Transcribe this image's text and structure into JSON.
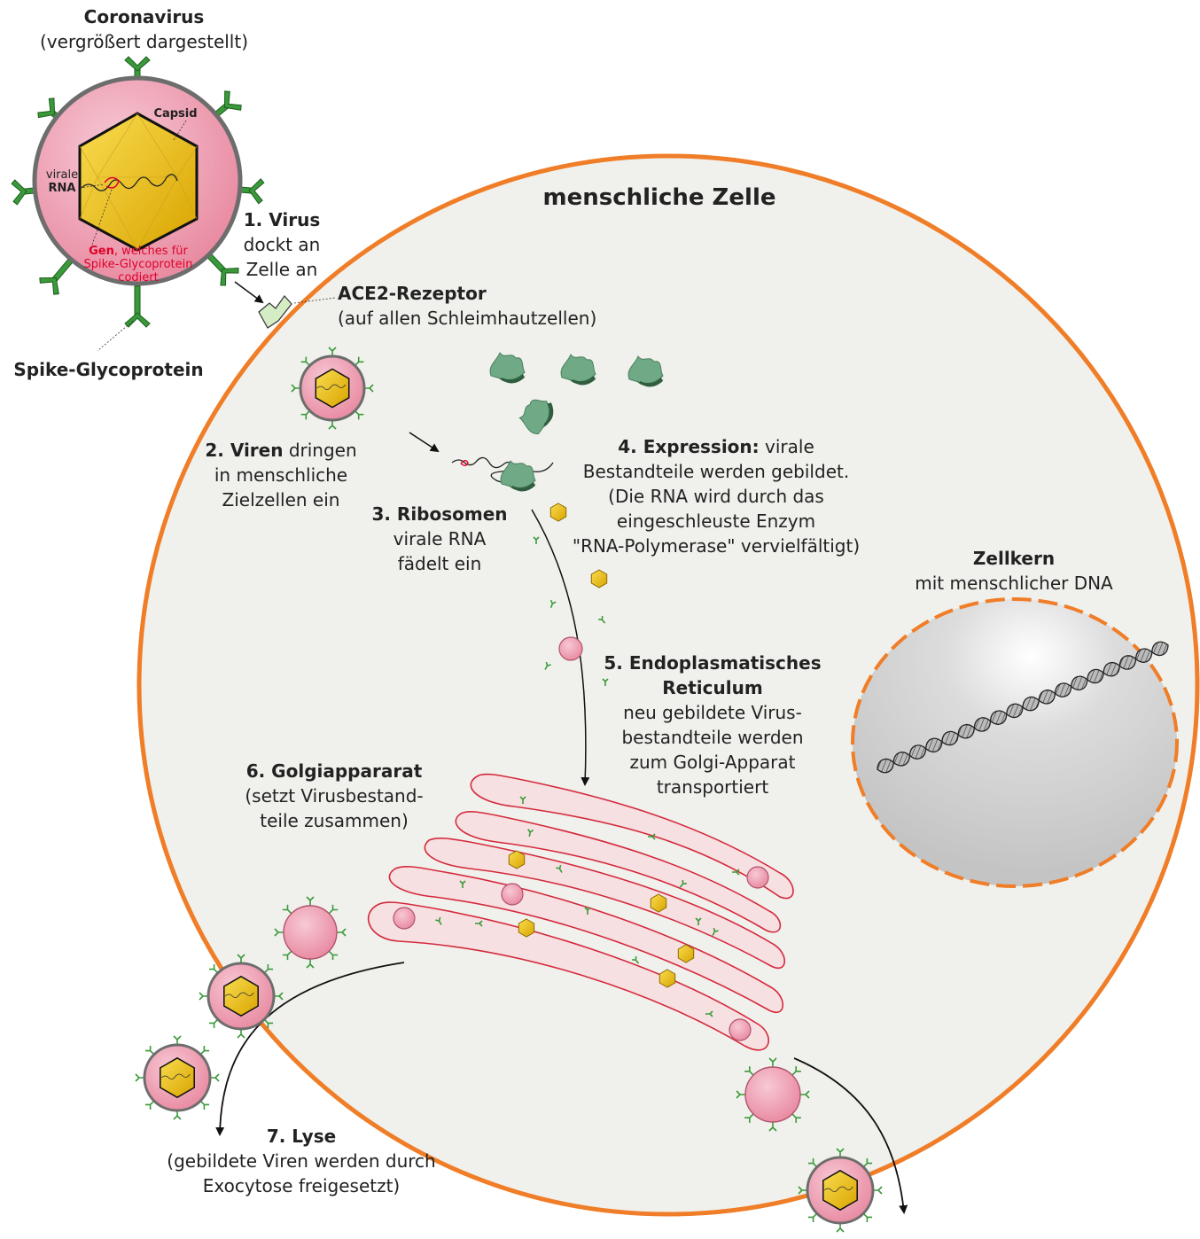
{
  "virus": {
    "title": "Coronavirus",
    "subtitle": "(vergrößert dargestellt)",
    "capsid": "Capsid",
    "rna_line1": "virale",
    "rna_line2": "RNA",
    "gene_bold": "Gen",
    "gene_rest": ", welches für",
    "gene_line2": "Spike-Glycoprotein",
    "gene_line3": "codiert",
    "spike": "Spike-Glycoprotein"
  },
  "cell": {
    "title": "menschliche Zelle",
    "nucleus_title": "Zellkern",
    "nucleus_sub": "mit menschlicher DNA"
  },
  "receptor": {
    "title": "ACE2-Rezeptor",
    "sub": "(auf allen Schleimhautzellen)"
  },
  "steps": {
    "s1": {
      "bold": "1. Virus",
      "line2": "dockt an",
      "line3": "Zelle an"
    },
    "s2": {
      "bold": "2. Viren",
      "rest": " dringen",
      "line2": "in menschliche",
      "line3": "Zielzellen ein"
    },
    "s3": {
      "bold": "3. Ribosomen",
      "line2": "virale RNA",
      "line3": "fädelt ein"
    },
    "s4": {
      "bold": "4. Expression:",
      "rest": " virale",
      "line2": "Bestandteile werden gebildet.",
      "line3": "(Die RNA wird durch das",
      "line4": "eingeschleuste Enzym",
      "line5": "\"RNA-Polymerase\" vervielfältigt)"
    },
    "s5": {
      "bold1": "5. Endoplasmatisches",
      "bold2": "Reticulum",
      "line3": "neu gebildete Virus-",
      "line4": "bestandteile werden",
      "line5": "zum Golgi-Apparat",
      "line6": "transportiert"
    },
    "s6": {
      "bold": "6. Golgiappararat",
      "line2": "(setzt Virusbestand-",
      "line3": "teile zusammen)"
    },
    "s7": {
      "bold": "7. Lyse",
      "line2": "(gebildete Viren werden durch",
      "line3": "Exocytose freigesetzt)"
    }
  },
  "colors": {
    "cell_fill": "#f0f1ec",
    "cell_border": "#f07d27",
    "virus_fill": "#eea0b4",
    "capsid_fill": "#f2c21a",
    "spike": "#3a9a3a",
    "ribosome": "#5b9a73",
    "golgi_stroke": "#d42a3c",
    "nucleus_fill": "#cdcdcd"
  }
}
